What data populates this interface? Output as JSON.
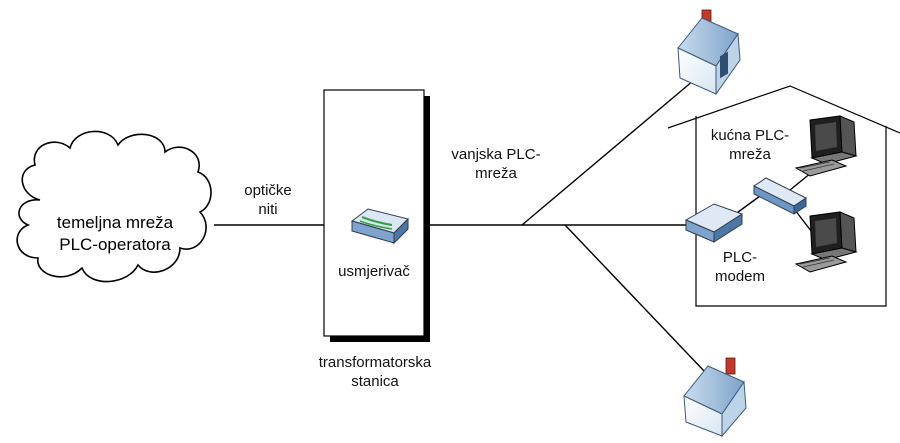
{
  "labels": {
    "cloud_line1": "temeljna mreža",
    "cloud_line2": "PLC-operatora",
    "fiber_line1": "optičke",
    "fiber_line2": "niti",
    "router": "usmjerivač",
    "substation_line1": "transformatorska",
    "substation_line2": "stanica",
    "outdoor_line1": "vanjska PLC-",
    "outdoor_line2": "mreža",
    "indoor_line1": "kućna PLC-",
    "indoor_line2": "mreža",
    "modem_line1": "PLC-",
    "modem_line2": "modem"
  },
  "colors": {
    "line": "#000000",
    "cloud_fill": "#ffffff",
    "house_wall": "#eef4f9",
    "house_roof": "#a9c6e2",
    "chimney": "#c0392b",
    "device_blue": "#8fb2d9",
    "device_dark": "#2c3e50",
    "monitor_screen": "#3b3b3b"
  },
  "icons": {
    "core": "cloud-icon",
    "router": "router-icon",
    "modem": "modem-icon",
    "switch": "switch-icon",
    "computer": "computer-icon",
    "house": "house-icon"
  }
}
